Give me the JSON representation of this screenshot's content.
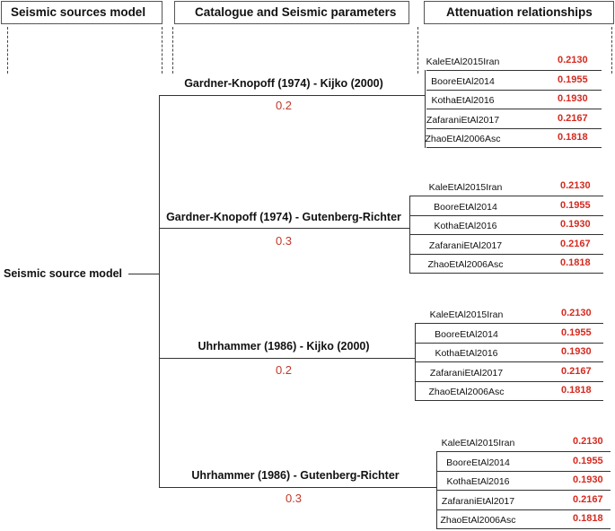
{
  "headers": {
    "sources": "Seismic sources model",
    "catalogue": "Catalogue and Seismic parameters",
    "attenuation": "Attenuation relationships"
  },
  "root_label": "Seismic source model",
  "branches": [
    {
      "label": "Gardner-Knopoff (1974) - Kijko (2000)",
      "weight": "0.2",
      "models": [
        {
          "name": "KaleEtAl2015Iran",
          "weight": "0.2130"
        },
        {
          "name": "BooreEtAl2014",
          "weight": "0.1955"
        },
        {
          "name": "KothaEtAl2016",
          "weight": "0.1930"
        },
        {
          "name": "ZafaraniEtAl2017",
          "weight": "0.2167"
        },
        {
          "name": "ZhaoEtAl2006Asc",
          "weight": "0.1818"
        }
      ]
    },
    {
      "label": "Gardner-Knopoff (1974) - Gutenberg-Richter",
      "weight": "0.3",
      "models": [
        {
          "name": "KaleEtAl2015Iran",
          "weight": "0.2130"
        },
        {
          "name": "BooreEtAl2014",
          "weight": "0.1955"
        },
        {
          "name": "KothaEtAl2016",
          "weight": "0.1930"
        },
        {
          "name": "ZafaraniEtAl2017",
          "weight": "0.2167"
        },
        {
          "name": "ZhaoEtAl2006Asc",
          "weight": "0.1818"
        }
      ]
    },
    {
      "label": "Uhrhammer (1986) - Kijko (2000)",
      "weight": "0.2",
      "models": [
        {
          "name": "KaleEtAl2015Iran",
          "weight": "0.2130"
        },
        {
          "name": "BooreEtAl2014",
          "weight": "0.1955"
        },
        {
          "name": "KothaEtAl2016",
          "weight": "0.1930"
        },
        {
          "name": "ZafaraniEtAl2017",
          "weight": "0.2167"
        },
        {
          "name": "ZhaoEtAl2006Asc",
          "weight": "0.1818"
        }
      ]
    },
    {
      "label": "Uhrhammer (1986) - Gutenberg-Richter",
      "weight": "0.3",
      "models": [
        {
          "name": "KaleEtAl2015Iran",
          "weight": "0.2130"
        },
        {
          "name": "BooreEtAl2014",
          "weight": "0.1955"
        },
        {
          "name": "KothaEtAl2016",
          "weight": "0.1930"
        },
        {
          "name": "ZafaraniEtAl2017",
          "weight": "0.2167"
        },
        {
          "name": "ZhaoEtAl2006Asc",
          "weight": "0.1818"
        }
      ]
    }
  ]
}
